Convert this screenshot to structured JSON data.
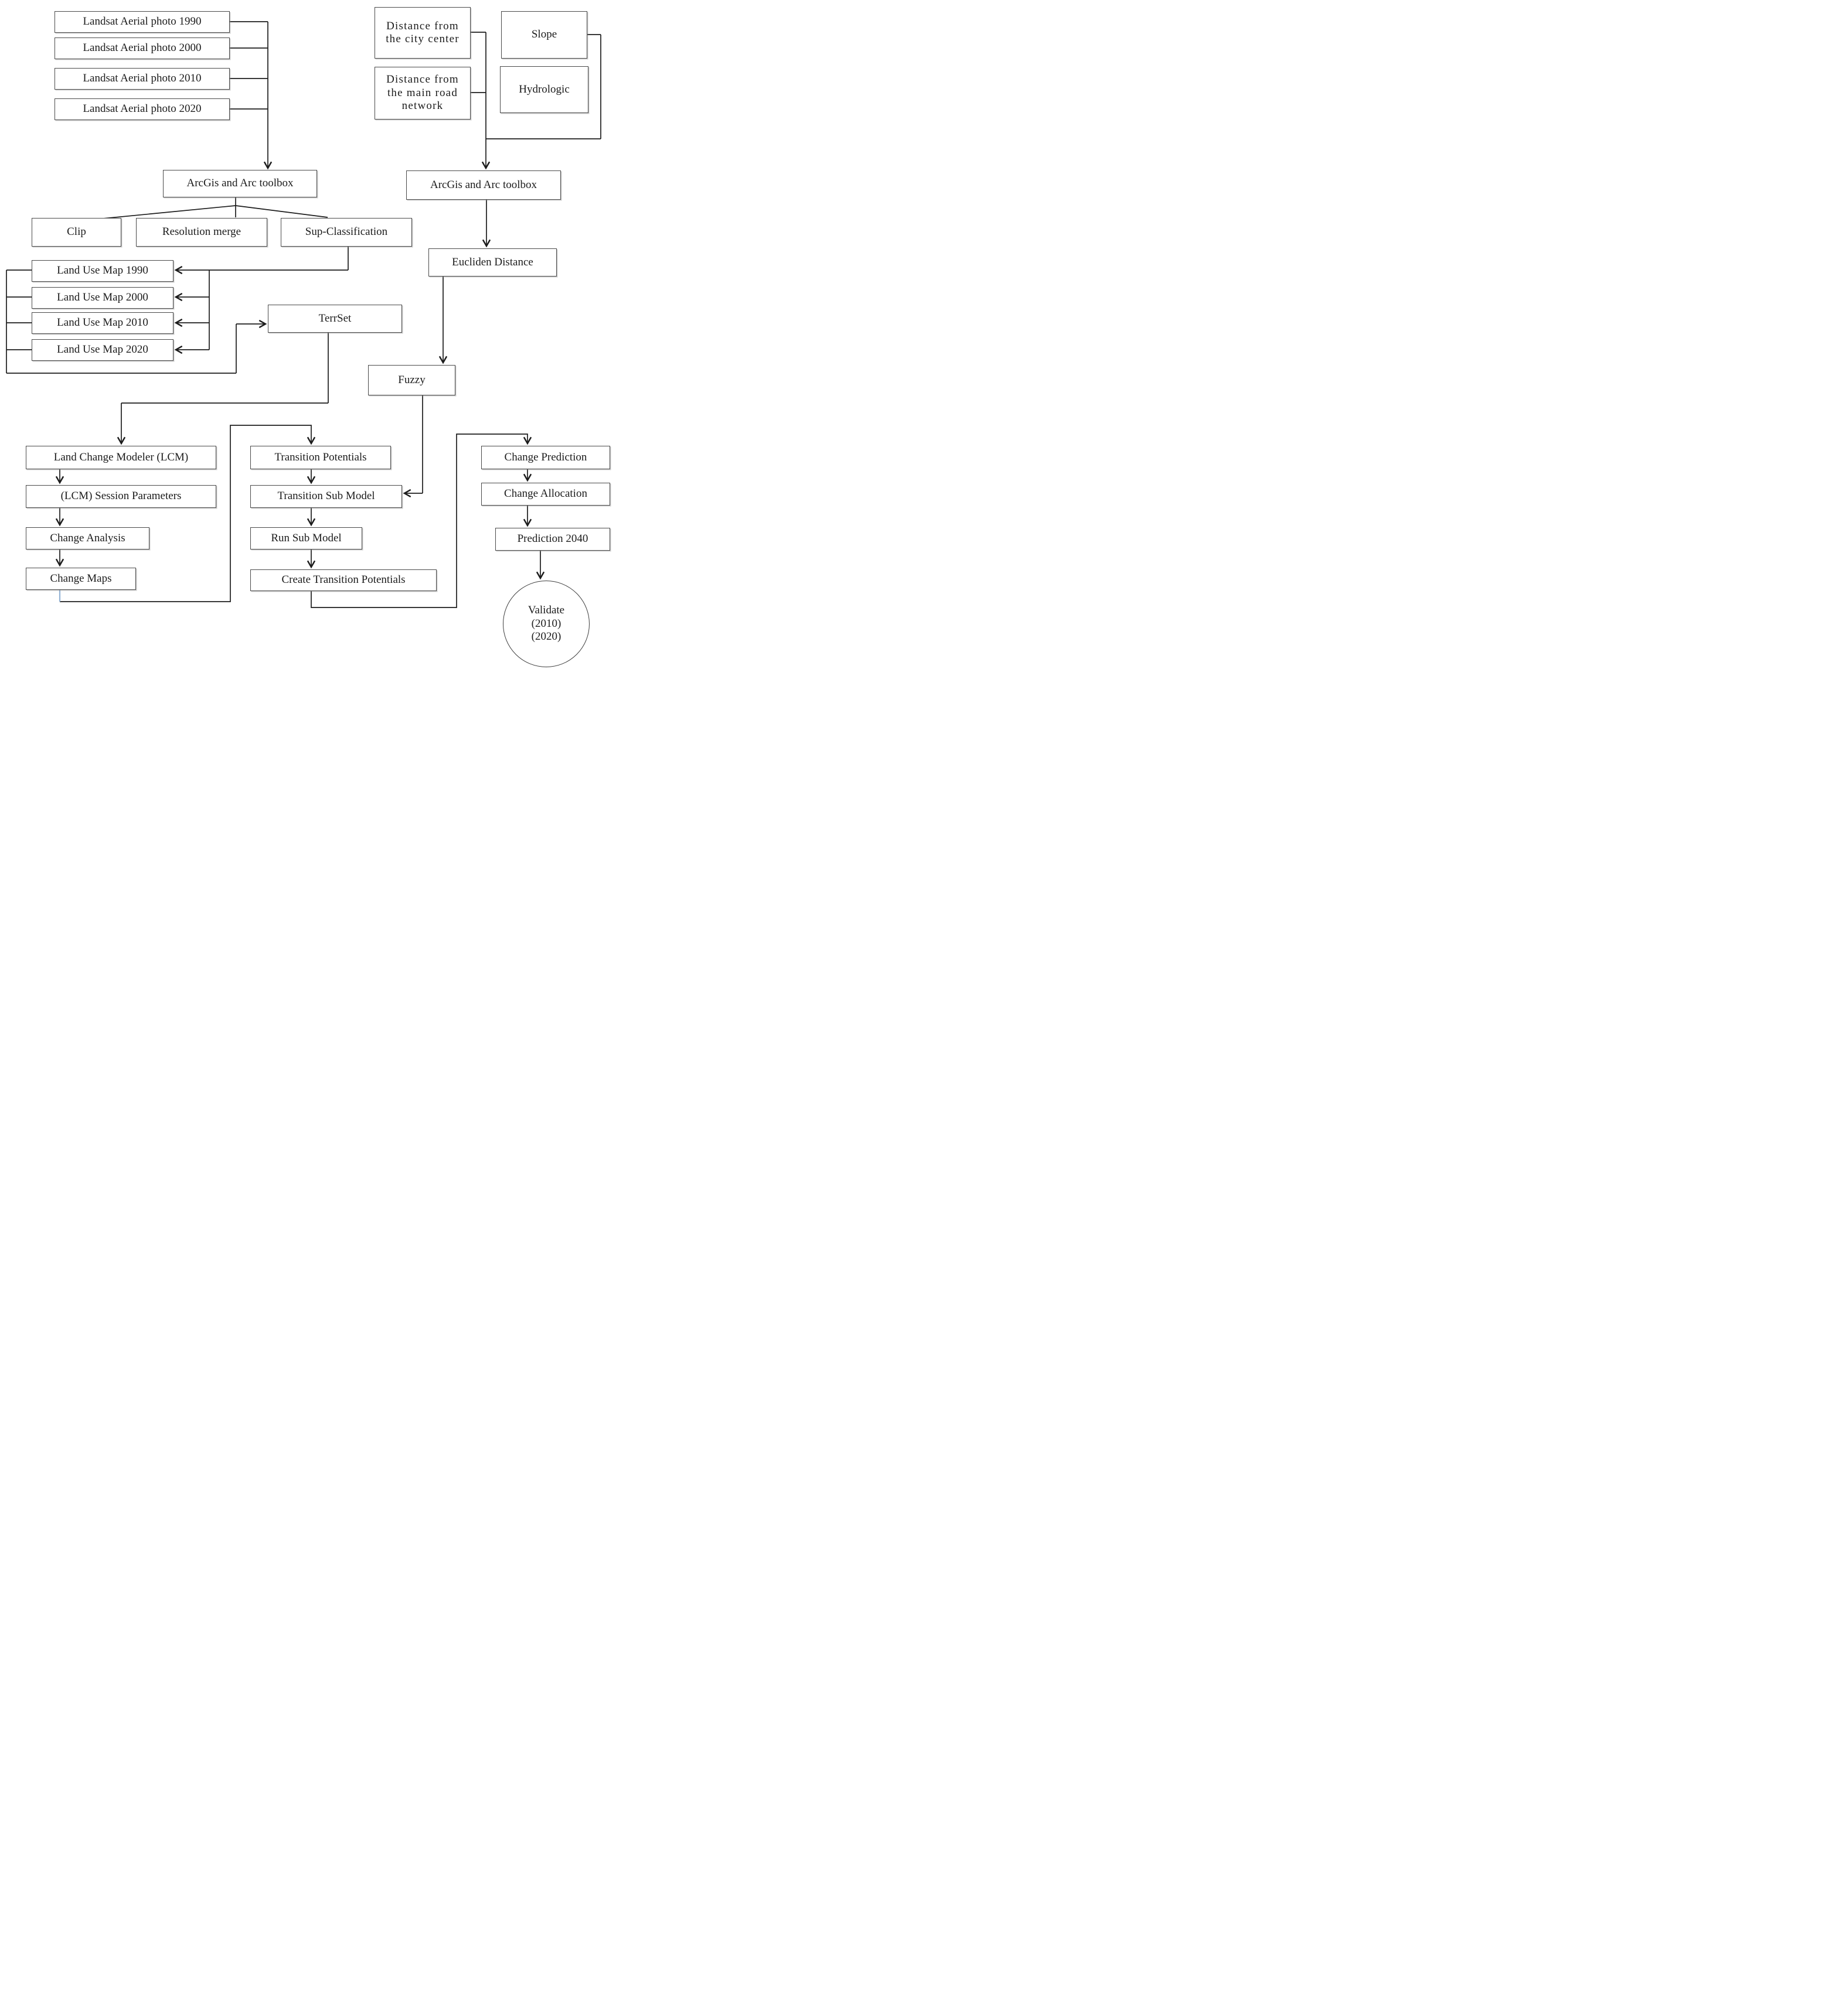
{
  "diagram": {
    "type": "flowchart",
    "title": "Land use change modeling workflow",
    "colors": {
      "background": "#ffffff",
      "line": "#1c1c1c",
      "box_border": "#4a4a4a",
      "text": "#1b1b1b",
      "change_maps_link_tick": "#94b3d6"
    },
    "nodes": {
      "landsat_1990": {
        "label": "Landsat Aerial photo 1990"
      },
      "landsat_2000": {
        "label": "Landsat Aerial photo 2000"
      },
      "landsat_2010": {
        "label": "Landsat Aerial photo 2010"
      },
      "landsat_2020": {
        "label": "Landsat Aerial photo 2020"
      },
      "dist_city": {
        "label": "Distance from\nthe city center"
      },
      "dist_road": {
        "label": "Distance from\nthe main road\nnetwork"
      },
      "slope": {
        "label": "Slope"
      },
      "hydrologic": {
        "label": "Hydrologic"
      },
      "arcgis_left": {
        "label": "ArcGis and Arc toolbox"
      },
      "arcgis_right": {
        "label": "ArcGis and Arc toolbox"
      },
      "clip": {
        "label": "Clip"
      },
      "resolution_merge": {
        "label": "Resolution merge"
      },
      "sup_classification": {
        "label": "Sup-Classification"
      },
      "lum_1990": {
        "label": "Land Use Map 1990"
      },
      "lum_2000": {
        "label": "Land Use Map 2000"
      },
      "lum_2010": {
        "label": "Land Use Map 2010"
      },
      "lum_2020": {
        "label": "Land Use Map 2020"
      },
      "terrset": {
        "label": "TerrSet"
      },
      "eucliden": {
        "label": "Eucliden Distance"
      },
      "fuzzy": {
        "label": "Fuzzy"
      },
      "lcm": {
        "label": "Land Change Modeler (LCM)"
      },
      "session": {
        "label": "(LCM) Session Parameters"
      },
      "analysis": {
        "label": "Change Analysis"
      },
      "maps": {
        "label": "Change Maps"
      },
      "transition_potentials": {
        "label": "Transition Potentials"
      },
      "transition_sub_model": {
        "label": "Transition Sub Model"
      },
      "run_sub_model": {
        "label": "Run Sub Model"
      },
      "create_transition_potentials": {
        "label": "Create Transition Potentials"
      },
      "change_prediction": {
        "label": "Change Prediction"
      },
      "change_allocation": {
        "label": "Change Allocation"
      },
      "prediction_2040": {
        "label": "Prediction 2040"
      },
      "validate": {
        "label": "Validate\n(2010)\n(2020)"
      }
    },
    "edges": [
      {
        "from": "landsat_1990",
        "to": "arcgis_left"
      },
      {
        "from": "landsat_2000",
        "to": "arcgis_left"
      },
      {
        "from": "landsat_2010",
        "to": "arcgis_left"
      },
      {
        "from": "landsat_2020",
        "to": "arcgis_left"
      },
      {
        "from": "arcgis_left",
        "to": "clip"
      },
      {
        "from": "arcgis_left",
        "to": "resolution_merge"
      },
      {
        "from": "arcgis_left",
        "to": "sup_classification"
      },
      {
        "from": "sup_classification",
        "to": "lum_1990"
      },
      {
        "from": "sup_classification",
        "to": "lum_2000"
      },
      {
        "from": "sup_classification",
        "to": "lum_2010"
      },
      {
        "from": "sup_classification",
        "to": "lum_2020"
      },
      {
        "from": "lum_1990",
        "to": "terrset"
      },
      {
        "from": "lum_2000",
        "to": "terrset"
      },
      {
        "from": "lum_2010",
        "to": "terrset"
      },
      {
        "from": "lum_2020",
        "to": "terrset"
      },
      {
        "from": "terrset",
        "to": "lcm"
      },
      {
        "from": "lcm",
        "to": "session"
      },
      {
        "from": "session",
        "to": "analysis"
      },
      {
        "from": "analysis",
        "to": "maps"
      },
      {
        "from": "maps",
        "to": "transition_potentials"
      },
      {
        "from": "transition_potentials",
        "to": "transition_sub_model"
      },
      {
        "from": "transition_sub_model",
        "to": "run_sub_model"
      },
      {
        "from": "run_sub_model",
        "to": "create_transition_potentials"
      },
      {
        "from": "create_transition_potentials",
        "to": "change_prediction"
      },
      {
        "from": "dist_city",
        "to": "arcgis_right"
      },
      {
        "from": "dist_road",
        "to": "arcgis_right"
      },
      {
        "from": "slope",
        "to": "arcgis_right"
      },
      {
        "from": "arcgis_right",
        "to": "eucliden"
      },
      {
        "from": "eucliden",
        "to": "fuzzy"
      },
      {
        "from": "fuzzy",
        "to": "transition_sub_model"
      },
      {
        "from": "change_prediction",
        "to": "change_allocation"
      },
      {
        "from": "change_allocation",
        "to": "prediction_2040"
      },
      {
        "from": "prediction_2040",
        "to": "validate"
      }
    ]
  }
}
